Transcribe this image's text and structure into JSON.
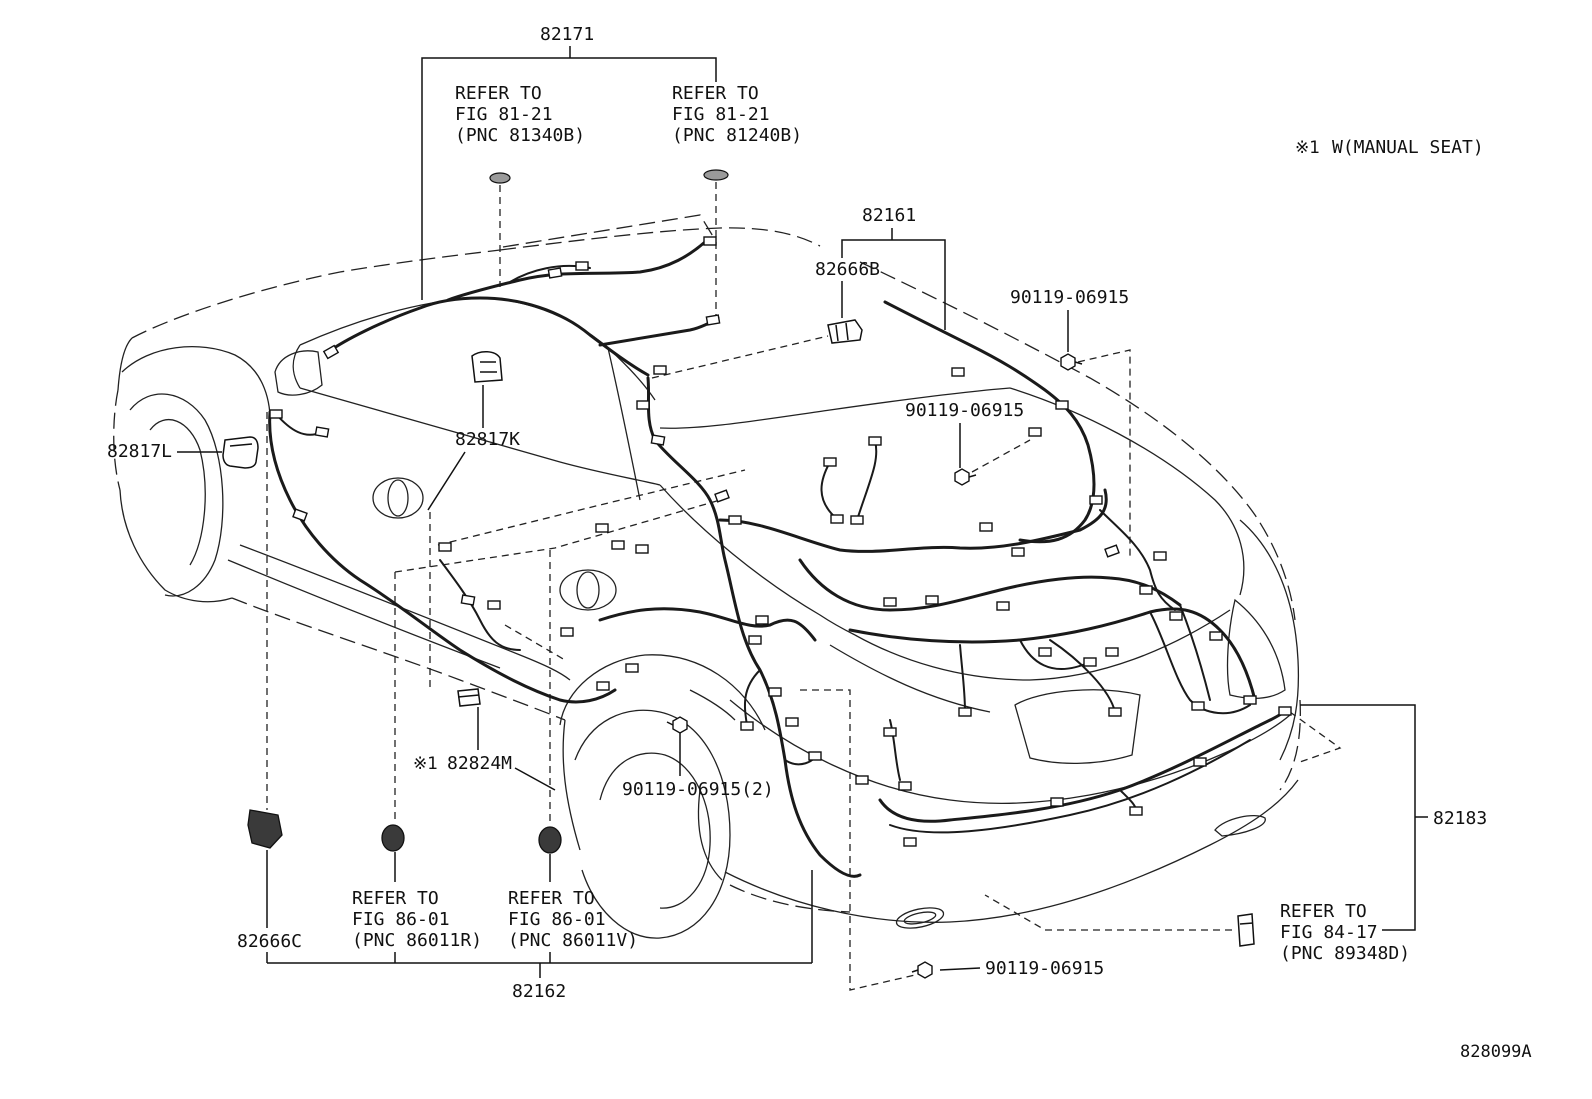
{
  "diagram_id": "828099A",
  "note": {
    "mark": "※1",
    "text": "W(MANUAL SEAT)"
  },
  "parts": {
    "p82171": "82171",
    "p82161": "82161",
    "p82666B": "82666B",
    "p82817K": "82817K",
    "p82817L": "82817L",
    "p82824M": {
      "mark": "※1",
      "label": "82824M"
    },
    "p82183": "82183",
    "p82666C": "82666C",
    "p82162": "82162"
  },
  "fasteners": {
    "top_right": "90119-06915",
    "center": "90119-06915",
    "rear_floor": "90119-06915(2)",
    "bottom": "90119-06915"
  },
  "references": {
    "pnc_81340B": {
      "line1": "REFER TO",
      "line2": "FIG 81-21",
      "line3": "(PNC 81340B)"
    },
    "pnc_81240B": {
      "line1": "REFER TO",
      "line2": "FIG 81-21",
      "line3": "(PNC 81240B)"
    },
    "pnc_86011R": {
      "line1": "REFER TO",
      "line2": "FIG 86-01",
      "line3": "(PNC 86011R)"
    },
    "pnc_86011V": {
      "line1": "REFER TO",
      "line2": "FIG 86-01",
      "line3": "(PNC 86011V)"
    },
    "pnc_89348D": {
      "line1": "REFER TO",
      "line2": "FIG 84-17",
      "line3": "(PNC 89348D)"
    }
  },
  "colors": {
    "line": "#1a1a1a",
    "background": "#ffffff"
  }
}
